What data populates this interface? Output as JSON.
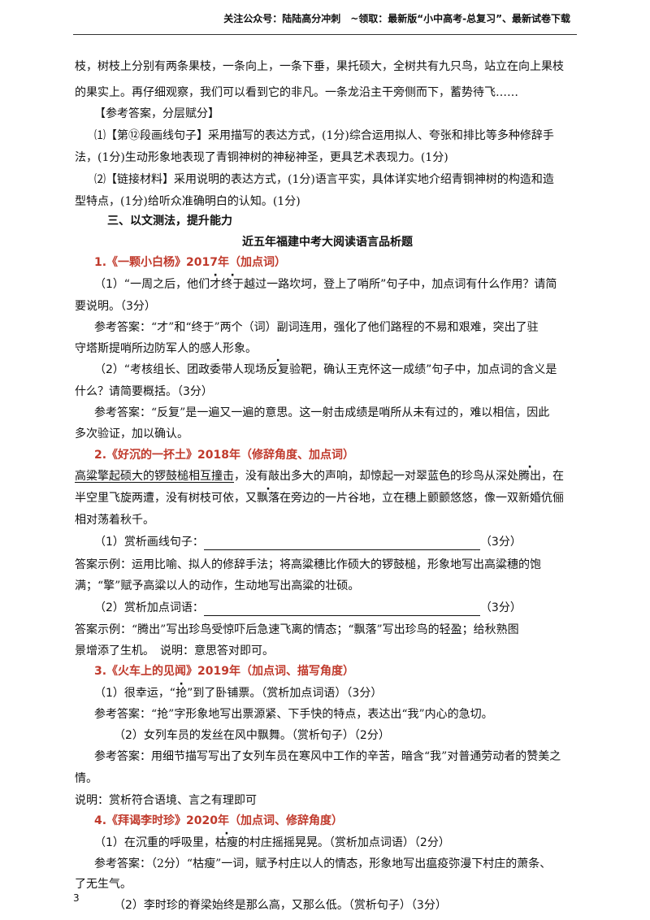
{
  "header": {
    "text": "关注公众号：陆陆高分冲刺　~领取：最新版“小中高考-总复习”、最新试卷下载"
  },
  "top": {
    "line1": "枝，树枝上分别有两条果枝，一条向上，一条下垂，果托硕大，全树共有九只鸟，站立在向上果枝",
    "line2": "的果实上。再仔细观察，我们可以看到它的非凡。一条龙沿主干旁侧而下，蓄势待飞……",
    "answer_head": "【参考答案，分层赋分】",
    "a1_l1": "⑴【第⑫段画线句子】采用描写的表达方式，(1分)综合运用拟人、夸张和排比等多种修辞手",
    "a1_l2": "法，(1分)生动形象地表现了青铜神树的神秘神圣，更具艺术表现力。(1分)",
    "a2_l1": "⑵【链接材料】采用说明的表达方式，(1分)语言平实，具体详实地介绍青铜神树的构造和造",
    "a2_l2": "型特点，(1分)给听众准确明白的认知。(1分)"
  },
  "section3": "三、以文测法，提升能力",
  "subtitle": "近五年福建中考大阅读语言品析题",
  "q1": {
    "head": "1.《一颗小白杨》2017年（加点词）",
    "p1_a": "（1）“一周之后，他们",
    "p1_d1": "才",
    "p1_d2": "终于",
    "p1_b": "越过一路坎坷，登上了哨所”句子中，加点词有什么作用？请简",
    "p1_l2": "要说明。（3分）",
    "ans1_l1": "参考答案：“才”和“终于”两个（词）副词连用，强化了他们路程的不易和艰难，突出了驻",
    "ans1_l2": "守塔斯提哨所边防军人的感人形象。",
    "p2_a": "（2）“考核组长、团政委带人现场",
    "p2_d": "反复",
    "p2_b": "验靶，确认王克怀这一成绩”句子中，加点词的含义是",
    "p2_l2": "什么？请简要概括。（3分）",
    "ans2_l1": "参考答案：“反复”是一遍又一遍的意思。这一射击成绩是哨所从未有过的，难以相信，因此",
    "ans2_l2": "多次验证，加以确认。"
  },
  "q2": {
    "head": "2.《好沉的一抔土》2018年（修辞角度、加点词）",
    "s_under": "高粱擎起硕大的锣鼓槌相互撞击",
    "s_a": "，没有敲出多大的声响，却惊起一对翠蓝色的珍鸟从深处",
    "s_d1": "腾出",
    "s_b": "，在",
    "s_l2a": "半空里飞旋两遭，没有树枝可依，又",
    "s_d2": "飘落",
    "s_l2b": "在旁边的一片谷地，立在穗上颤颤悠悠，像一双新婚伉俪",
    "s_l3": "相对荡着秋千。",
    "q1_label": "（1）赏析画线句子：",
    "q1_score": "（3分）",
    "ans1_l1": "答案示例：运用比喻、拟人的修辞手法；将高粱穗比作硕大的锣鼓槌，形象地写出高粱穗的饱",
    "ans1_l2": "满；“擎”赋予高粱以人的动作，生动地写出高粱的壮硕。",
    "q2_label": "（2）赏析加点词语：",
    "q2_score": "（3分）",
    "ans2_l1": "答案示例：“腾出”写出珍鸟受惊吓后急速飞离的情态；“飘落”写出珍鸟的轻盈；给秋熟图",
    "ans2_l2": "景增添了生机。　说明：意思答对即可。"
  },
  "q3": {
    "head": "3.《火车上的见闻》2019年（加点词、描写角度）",
    "p1_a": "（1）很幸运，“",
    "p1_d": "抢",
    "p1_b": "”到了卧铺票。（赏析加点词语）（3分）",
    "ans1": "参考答案：“抢”字形象地写出票源紧、下手快的特点，表达出“我”内心的急切。",
    "p2": "（2）女列车员的发丝在风中飘舞。（赏析句子）（2分）",
    "ans2_l1": "参考答案：用细节描写写出了女列车员在寒风中工作的辛苦，暗含“我”对普通劳动者的赞美之",
    "ans2_l2": "情。",
    "note": "说明：赏析符合语境、言之有理即可"
  },
  "q4": {
    "head": "4.《拜谒李时珍》2020年（加点词、修辞角度）",
    "p1_a": "（1）在沉重的呼吸里，",
    "p1_d": "枯瘦",
    "p1_b": "的村庄摇摇晃晃。（赏析加点词语）（2分）",
    "ans1_l1": "参考答案：（2分）“枯瘦”一词，赋予村庄以人的情态，形象地写出瘟疫弥漫下村庄的萧条、",
    "ans1_l2": "了无生气。",
    "p2": "（2）李时珍的脊梁始终是那么高，又那么低。（赏析句子）（3分）"
  },
  "page_number": "3"
}
